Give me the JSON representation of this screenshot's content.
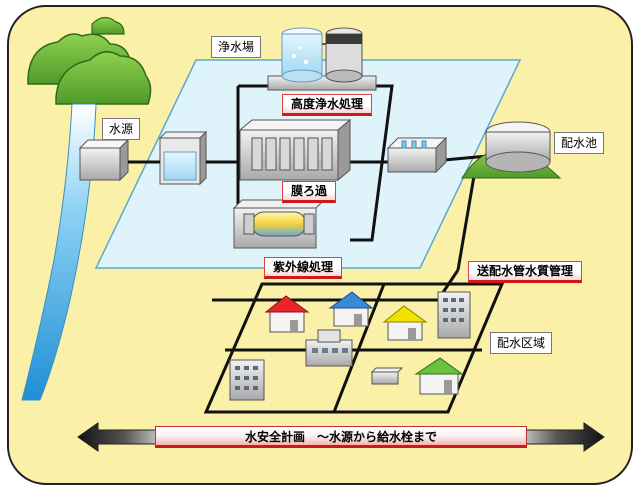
{
  "labels": {
    "water_source": "水源",
    "purification_plant": "浄水場",
    "advanced_treatment": "高度浄水処理",
    "membrane_filtration": "膜ろ過",
    "uv_treatment": "紫外線処理",
    "distribution_reservoir": "配水池",
    "pipe_quality_management": "送配水管水質管理",
    "distribution_area": "配水区域"
  },
  "banner": "水安全計画　～水源から給水栓まで",
  "colors": {
    "background": "#fbf0a8",
    "border": "#222222",
    "plant_area": "#dff3fb",
    "mountain": "#7bc043",
    "water": "#5ab4e6",
    "red_label_border": "#d01818",
    "roof_red": "#e8262a",
    "roof_blue": "#3a88d8",
    "roof_yellow": "#f2e200",
    "roof_green": "#6cc13c"
  },
  "icons": {
    "mountains": "mountain-icon",
    "plant_tanks": "water-tank-icon",
    "membrane_unit": "membrane-filter-icon",
    "uv_unit": "uv-reactor-icon",
    "reservoir": "reservoir-icon",
    "houses": "house-icon",
    "buildings": "office-building-icon",
    "arrows": "double-arrow-icon"
  }
}
